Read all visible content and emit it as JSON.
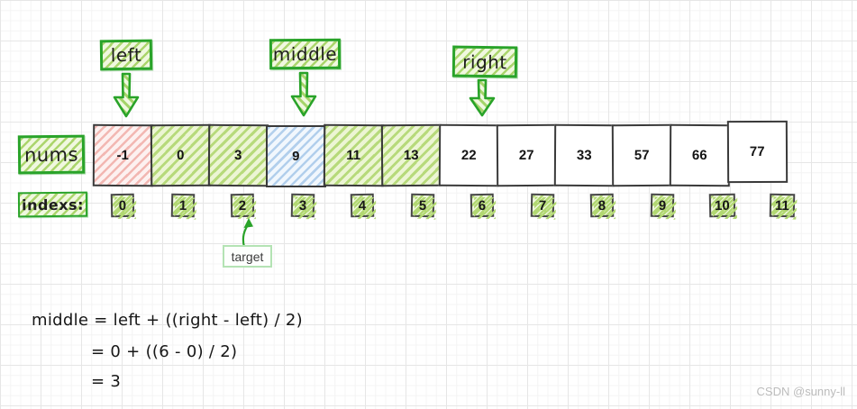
{
  "diagram_title": "binary-search-middle-calculation",
  "labels": {
    "nums": "nums",
    "indexs": "indexs:",
    "target": "target"
  },
  "pointers": {
    "left": {
      "label": "left",
      "points_to_index": 0
    },
    "middle": {
      "label": "middle",
      "points_to_index": 3
    },
    "right": {
      "label": "right",
      "points_to_index": 6
    }
  },
  "array": {
    "cells": [
      {
        "value": "-1",
        "color": "pink"
      },
      {
        "value": "0",
        "color": "green"
      },
      {
        "value": "3",
        "color": "green"
      },
      {
        "value": "9",
        "color": "blue"
      },
      {
        "value": "11",
        "color": "green"
      },
      {
        "value": "13",
        "color": "green"
      },
      {
        "value": "22",
        "color": "white"
      },
      {
        "value": "27",
        "color": "white"
      },
      {
        "value": "33",
        "color": "white"
      },
      {
        "value": "57",
        "color": "white"
      },
      {
        "value": "66",
        "color": "white"
      },
      {
        "value": "77",
        "color": "white"
      }
    ],
    "indexes": [
      "0",
      "1",
      "2",
      "3",
      "4",
      "5",
      "6",
      "7",
      "8",
      "9",
      "10",
      "11"
    ],
    "target_index": "2"
  },
  "formula": {
    "line1": "middle = left + ((right - left) / 2)",
    "line2": "= 0 + ((6 - 0) / 2)",
    "line3": "= 3"
  },
  "watermark": "CSDN @sunny-ll",
  "colors": {
    "accent_green": "#29a329",
    "cell_border": "#3a3a3a",
    "green_hatch": "#b7da7b",
    "pink_hatch": "#f2b7b2",
    "blue_hatch": "#b2cfec",
    "grid_major": "#e6e6e6",
    "grid_minor": "#f4f4f4",
    "watermark_gray": "#bcbcbc"
  }
}
